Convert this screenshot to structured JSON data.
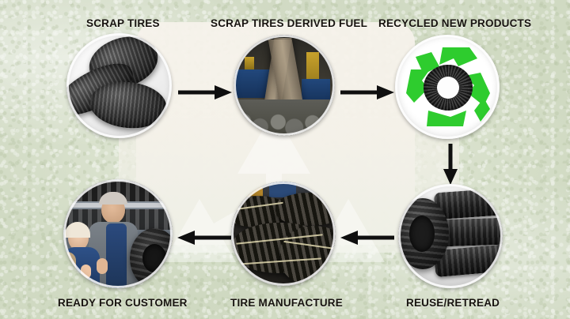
{
  "diagram": {
    "title_alt": "Scrap Tire Recycling Process Cycle",
    "background_color": "#dde4d2",
    "panel_color": "#f6f2ea",
    "label_color": "#17130f",
    "accent_green": "#33cc33",
    "arrow_color": "#111111",
    "watermark": "recycle-symbol"
  },
  "nodes": [
    {
      "id": "scrap-tires",
      "label": "SCRAP TIRES",
      "image_alt": "pile of three worn scrap car tires on white background",
      "position": "top-left"
    },
    {
      "id": "scrap-tires-derived-fuel",
      "label": "SCRAP TIRES DERIVED FUEL",
      "image_alt": "factory conveyor belt carrying shredded tire chunks",
      "position": "top-center"
    },
    {
      "id": "recycled-new-products",
      "label": "RECYCLED NEW PRODUCTS",
      "image_alt": "green recycling arrows encircling a black tire",
      "position": "top-right"
    },
    {
      "id": "reuse-retread",
      "label": "REUSE/RETREAD",
      "image_alt": "stack of retreaded black tires",
      "position": "bottom-right"
    },
    {
      "id": "tire-manufacture",
      "label": "TIRE MANUFACTURE",
      "image_alt": "bundles of new manufactured tires strapped together in a plant",
      "position": "bottom-center"
    },
    {
      "id": "ready-for-customer",
      "label": "READY FOR CUSTOMER",
      "image_alt": "smiling man and woman customers holding a new tire in a tire shop",
      "position": "bottom-left"
    }
  ],
  "arrows": [
    {
      "id": "arrow-1",
      "from": "scrap-tires",
      "to": "scrap-tires-derived-fuel",
      "direction": "right"
    },
    {
      "id": "arrow-2",
      "from": "scrap-tires-derived-fuel",
      "to": "recycled-new-products",
      "direction": "right"
    },
    {
      "id": "arrow-3",
      "from": "recycled-new-products",
      "to": "reuse-retread",
      "direction": "down"
    },
    {
      "id": "arrow-4",
      "from": "reuse-retread",
      "to": "tire-manufacture",
      "direction": "left"
    },
    {
      "id": "arrow-5",
      "from": "tire-manufacture",
      "to": "ready-for-customer",
      "direction": "left"
    }
  ]
}
